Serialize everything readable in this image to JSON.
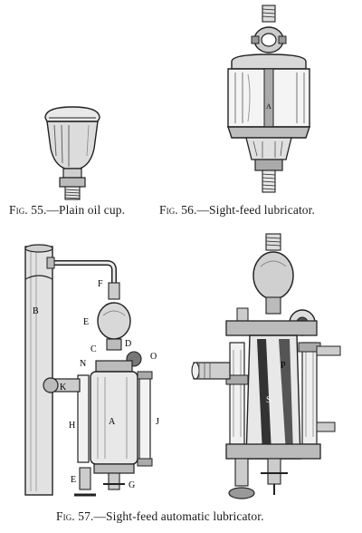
{
  "figures": [
    {
      "id": "fig55",
      "abbrev": "Fig.",
      "number": "55.",
      "caption": "—Plain oil cup."
    },
    {
      "id": "fig56",
      "abbrev": "Fig.",
      "number": "56.",
      "caption": "—Sight-feed lubricator."
    },
    {
      "id": "fig57",
      "abbrev": "Fig.",
      "number": "57.",
      "caption": "—Sight-feed automatic lubricator.",
      "part_labels": [
        "F",
        "B",
        "E",
        "C",
        "D",
        "N",
        "O",
        "K",
        "A",
        "H",
        "J",
        "E",
        "G",
        "P",
        "S"
      ]
    }
  ]
}
